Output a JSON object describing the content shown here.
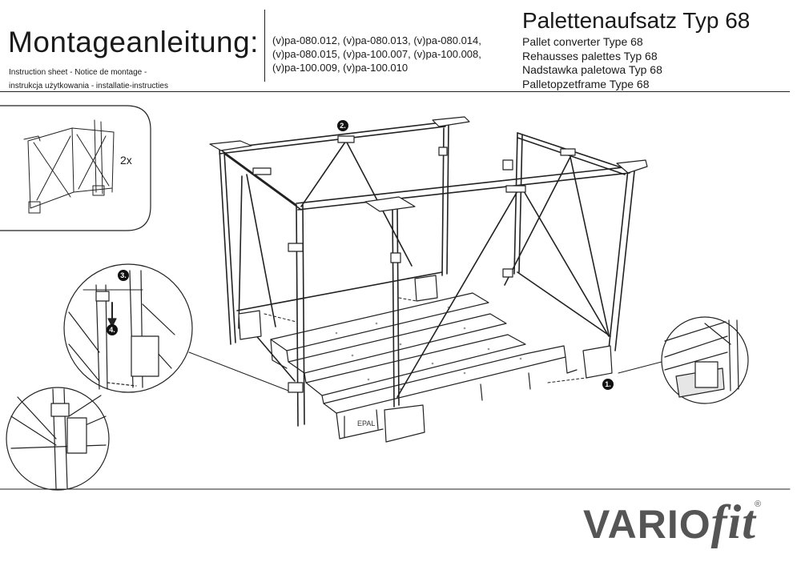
{
  "header": {
    "title": "Montageanleitung:",
    "subtitle_lines": [
      "Instruction sheet - Notice de montage  -",
      "instrukcja użytkowania - installatie-instructies"
    ],
    "article_codes": [
      "(v)pa-080.012, (v)pa-080.013, (v)pa-080.014,",
      "(v)pa-080.015, (v)pa-100.007, (v)pa-100.008,",
      "(v)pa-100.009, (v)pa-100.010"
    ],
    "product_title": "Palettenaufsatz Typ 68",
    "product_translations": [
      "Pallet converter Type 68",
      "Rehausses palettes Typ 68",
      "Nadstawka paletowa Typ 68",
      "Palletopzetframe Type 68"
    ]
  },
  "detail_box": {
    "quantity": "2x"
  },
  "steps": {
    "s1": "1.",
    "s2": "2.",
    "s3": "3.",
    "s4": "4."
  },
  "pallet_stamp": "EPAL",
  "brand": {
    "name": "VARIO",
    "suffix": "fit",
    "mark": "®"
  }
}
